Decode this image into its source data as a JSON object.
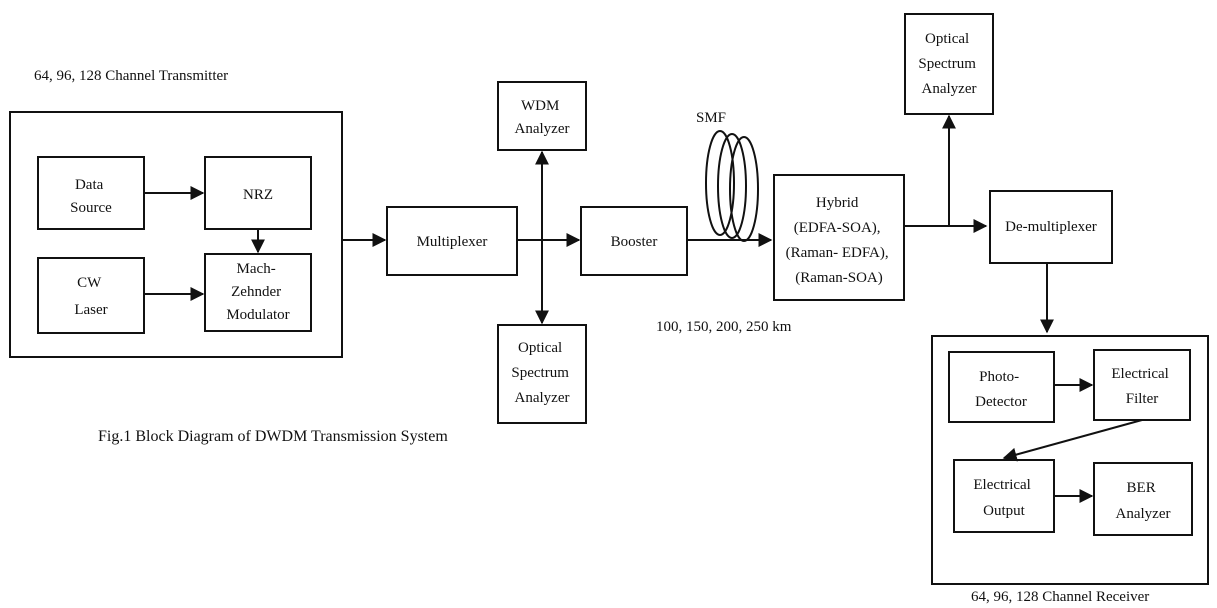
{
  "labels": {
    "transmitter_title": "64, 96, 128 Channel Transmitter",
    "receiver_title": "64, 96, 128 Channel Receiver",
    "smf": "SMF",
    "distances": "100, 150, 200, 250 km",
    "caption": "Fig.1 Block Diagram of DWDM Transmission System"
  },
  "blocks": {
    "data_source": [
      "Data",
      "Source"
    ],
    "nrz": [
      "NRZ"
    ],
    "cw_laser": [
      "CW",
      "Laser"
    ],
    "mzm": [
      "Mach-",
      "Zehnder",
      "Modulator"
    ],
    "multiplexer": [
      "Multiplexer"
    ],
    "wdm_analyzer": [
      "WDM",
      "Analyzer"
    ],
    "osa_mid": [
      "Optical",
      "Spectrum",
      "Analyzer"
    ],
    "booster": [
      "Booster"
    ],
    "hybrid": [
      "Hybrid",
      "(EDFA-SOA),",
      "(Raman- EDFA),",
      "(Raman-SOA)"
    ],
    "osa_top": [
      "Optical",
      "Spectrum",
      "Analyzer"
    ],
    "demultiplexer": [
      "De-multiplexer"
    ],
    "photodetector": [
      "Photo-",
      "Detector"
    ],
    "electrical_filter": [
      "Electrical",
      "Filter"
    ],
    "electrical_output": [
      "Electrical",
      "Output"
    ],
    "ber_analyzer": [
      "BER",
      "Analyzer"
    ]
  }
}
